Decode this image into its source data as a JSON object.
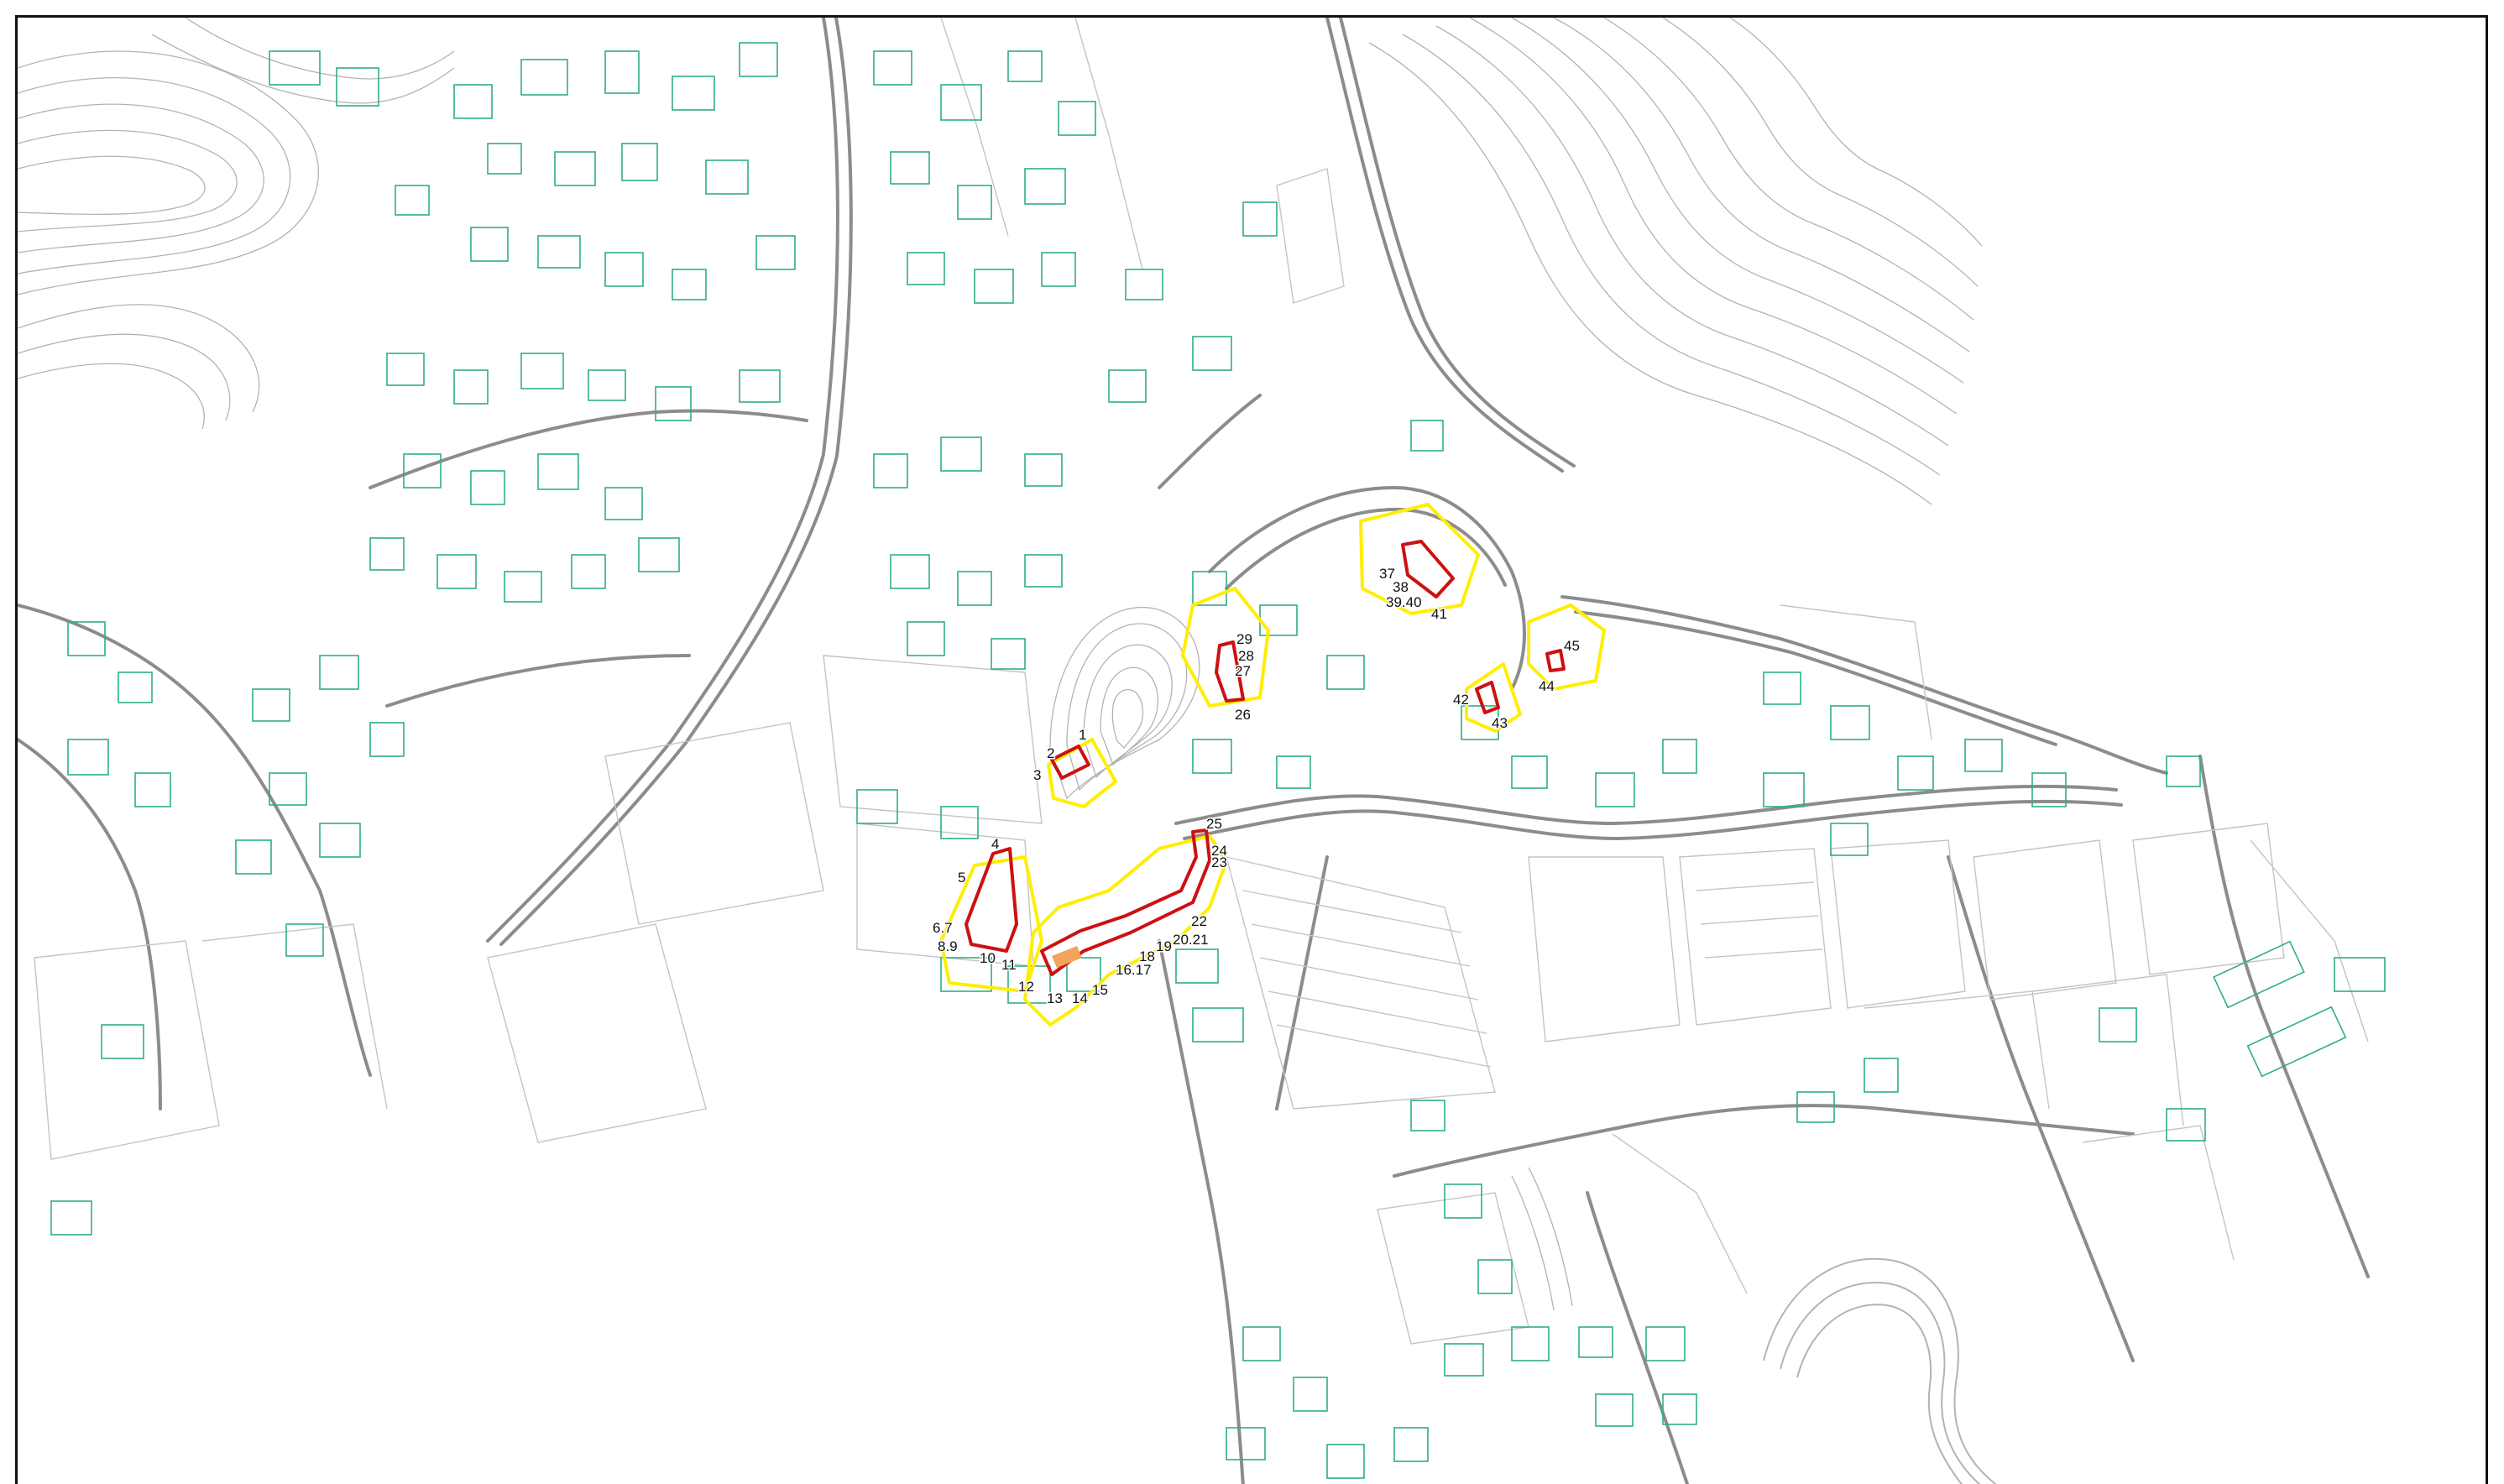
{
  "map": {
    "colors": {
      "paper": "#ffffff",
      "contour": "#a9a9a9",
      "road": "#8a8a8a",
      "parcel": "#bdbdbd",
      "building": "#2fae86",
      "hazard_zone": "#ffee00",
      "special_zone": "#cc1111",
      "label": "#111111"
    },
    "parcel_labels": [
      "1",
      "2",
      "3",
      "4",
      "5",
      "6.7",
      "8.9",
      "10",
      "11",
      "12",
      "13",
      "14",
      "15",
      "16.17",
      "18",
      "19",
      "20.21",
      "22",
      "23",
      "24",
      "25",
      "26",
      "27",
      "28",
      "29",
      "37",
      "38",
      "39.40",
      "41",
      "42",
      "43",
      "44",
      "45"
    ]
  }
}
